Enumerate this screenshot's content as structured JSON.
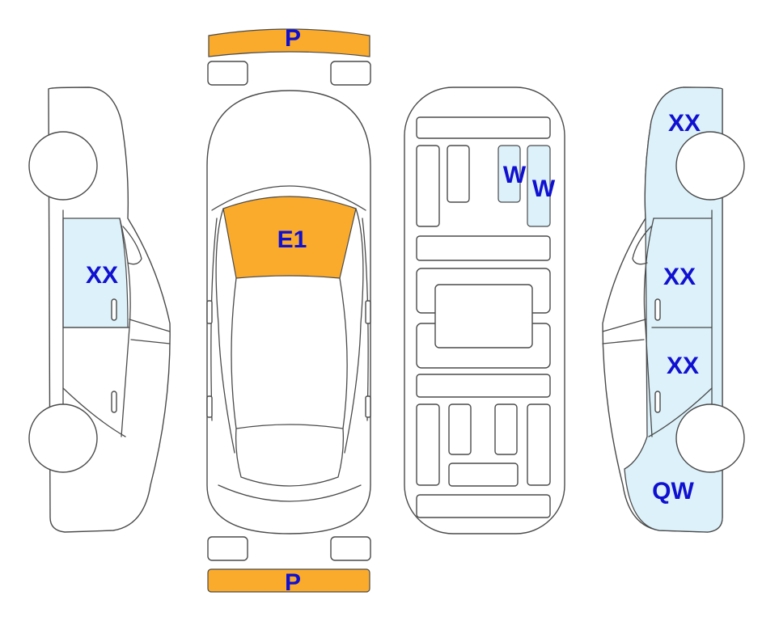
{
  "colors": {
    "damage_orange": "#FBAB2C",
    "damage_blue": "#DCF1FA",
    "label_text": "#1010D0",
    "outline": "#4A4A4A"
  },
  "labels": {
    "front_bumper": "P",
    "rear_bumper": "P",
    "windshield": "E1",
    "left_rear_glass": "XX",
    "right_rear_fender": "XX",
    "right_rear_door": "XX",
    "right_front_door": "XX",
    "right_front_fender": "QW",
    "floor_seat_left": "W",
    "floor_seat_right": "W"
  }
}
